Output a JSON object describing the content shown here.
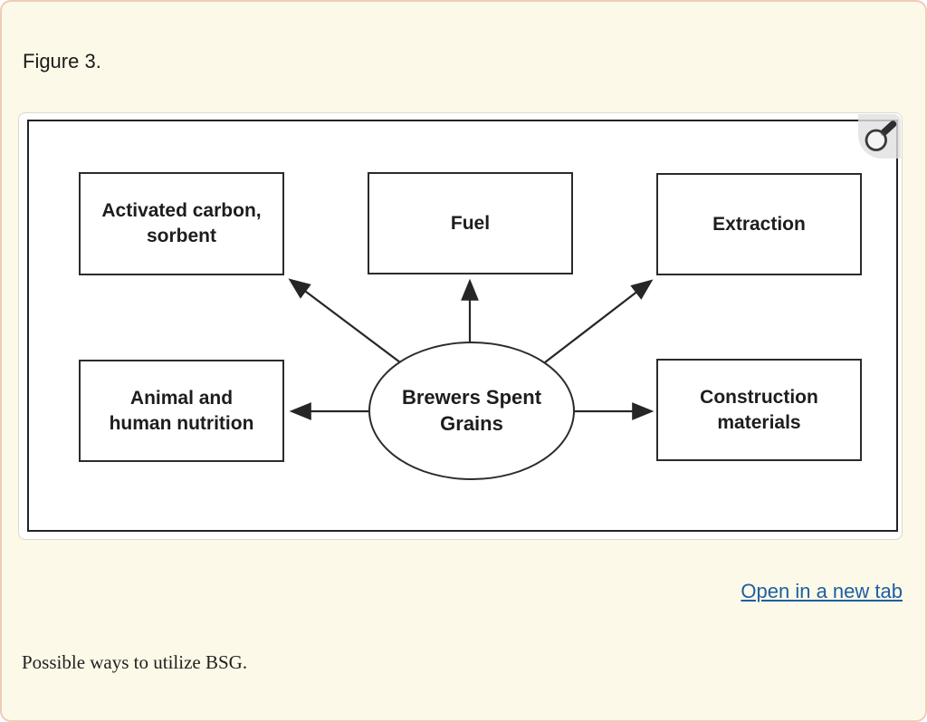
{
  "figure": {
    "label": "Figure 3.",
    "caption": "Possible ways to utilize BSG.",
    "open_link_label": "Open in a new tab"
  },
  "diagram": {
    "center": "Brewers Spent\nGrains",
    "nodes": [
      "Activated carbon,\nsorbent",
      "Fuel",
      "Extraction",
      "Animal and\nhuman nutrition",
      "Construction\nmaterials"
    ]
  },
  "icons": {
    "zoom": "magnifier-icon"
  },
  "colors": {
    "panel_background": "#fdf9e9",
    "panel_border": "#f0cbb9",
    "link_blue": "#1d5fa0",
    "diagram_ink": "#232323",
    "card_background": "#ffffff"
  }
}
